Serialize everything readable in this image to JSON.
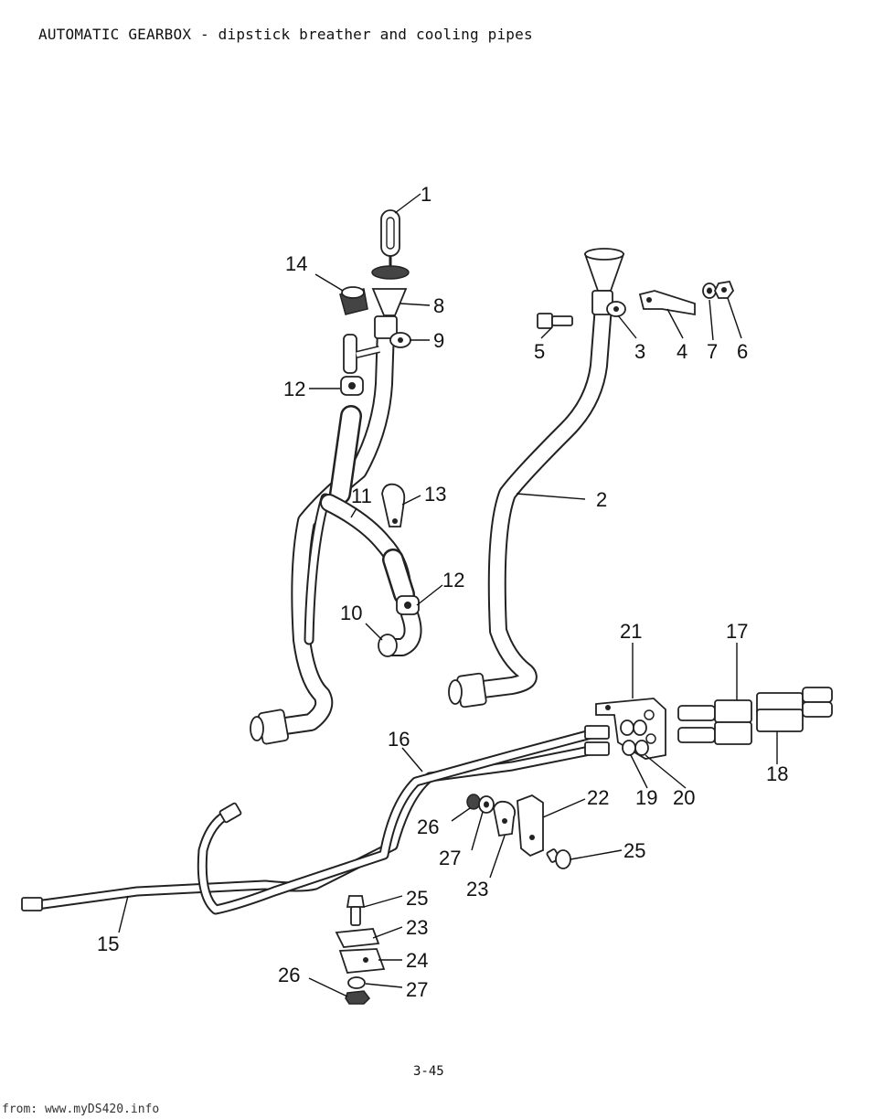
{
  "title": "AUTOMATIC GEARBOX - dipstick breather and cooling pipes",
  "page_number": "3-45",
  "footer": "from: www.myDS420.info",
  "callouts": {
    "c1": "1",
    "c2": "2",
    "c3": "3",
    "c4": "4",
    "c5": "5",
    "c6": "6",
    "c7": "7",
    "c8": "8",
    "c9": "9",
    "c10": "10",
    "c11": "11",
    "c12a": "12",
    "c12b": "12",
    "c13": "13",
    "c14": "14",
    "c15": "15",
    "c16": "16",
    "c17": "17",
    "c18": "18",
    "c19": "19",
    "c20": "20",
    "c21": "21",
    "c22": "22",
    "c23a": "23",
    "c23b": "23",
    "c24": "24",
    "c25a": "25",
    "c25b": "25",
    "c26a": "26",
    "c26b": "26",
    "c27a": "27",
    "c27b": "27"
  }
}
